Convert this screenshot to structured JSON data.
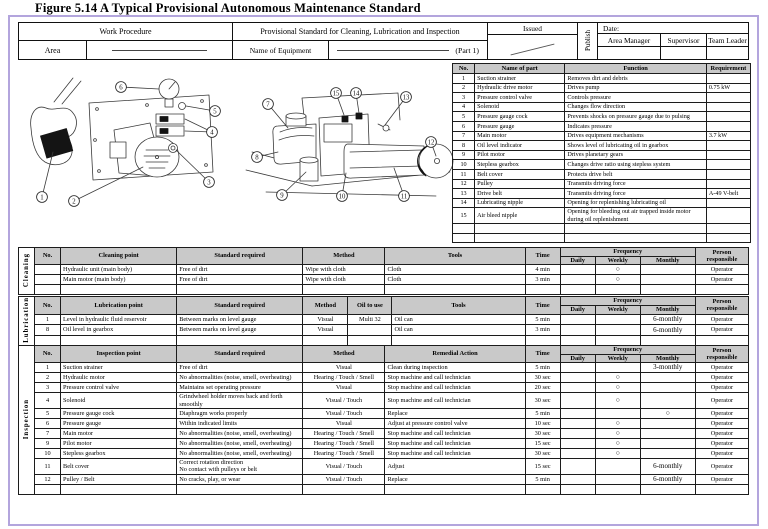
{
  "figure_title": "Figure 5.14  A Typical Provisional Autonomous Maintenance Standard",
  "header": {
    "work_procedure": "Work Procedure",
    "area_label": "Area",
    "standard_title": "Provisional Standard for Cleaning, Lubrication and Inspection",
    "equipment_label": "Name of Equipment",
    "part_label": "(Part 1)",
    "issued_label": "Issued",
    "publish_label": "Publish",
    "date_label": "Date:",
    "approver_columns": [
      "Area Manager",
      "Supervisor",
      "Team Leader"
    ]
  },
  "parts_table": {
    "headers": {
      "no": "No.",
      "name": "Name of part",
      "fn": "Function",
      "req": "Requirement"
    },
    "rows": [
      {
        "no": "1",
        "name": "Suction strainer",
        "fn": "Removes dirt and debris",
        "req": ""
      },
      {
        "no": "2",
        "name": "Hydraulic drive motor",
        "fn": "Drives pump",
        "req": "0.75 kW"
      },
      {
        "no": "3",
        "name": "Pressure control valve",
        "fn": "Controls pressure",
        "req": ""
      },
      {
        "no": "4",
        "name": "Solenoid",
        "fn": "Changes flow direction",
        "req": ""
      },
      {
        "no": "5",
        "name": "Pressure gauge cock",
        "fn": "Prevents shocks on pressure gauge due to pulsing",
        "req": ""
      },
      {
        "no": "6",
        "name": "Pressure gauge",
        "fn": "Indicates pressure",
        "req": ""
      },
      {
        "no": "7",
        "name": "Main motor",
        "fn": "Drives equipment mechanisms",
        "req": "3.7 kW"
      },
      {
        "no": "8",
        "name": "Oil level indicator",
        "fn": "Shows level of lubricating oil in gearbox",
        "req": ""
      },
      {
        "no": "9",
        "name": "Pilot motor",
        "fn": "Drives planetary gears",
        "req": ""
      },
      {
        "no": "10",
        "name": "Stepless gearbox",
        "fn": "Changes drive ratio using stepless system",
        "req": ""
      },
      {
        "no": "11",
        "name": "Belt cover",
        "fn": "Protects drive belt",
        "req": ""
      },
      {
        "no": "12",
        "name": "Pulley",
        "fn": "Transmits driving force",
        "req": ""
      },
      {
        "no": "13",
        "name": "Drive belt",
        "fn": "Transmits driving force",
        "req": "A-49 V-belt"
      },
      {
        "no": "14",
        "name": "Lubricating nipple",
        "fn": "Opening for replenishing lubricating oil",
        "req": ""
      },
      {
        "no": "15",
        "name": "Air bleed nipple",
        "fn": "Opening for bleeding out air trapped inside motor during oil replenishment",
        "req": ""
      },
      {
        "no": "",
        "name": "",
        "fn": "",
        "req": ""
      },
      {
        "no": "",
        "name": "",
        "fn": "",
        "req": ""
      }
    ]
  },
  "sections": {
    "cleaning": {
      "label": "Cleaning",
      "headers": {
        "no": "No.",
        "point": "Cleaning point",
        "standard": "Standard required",
        "method": "Method",
        "tools": "Tools",
        "time": "Time",
        "frequency": "Frequency",
        "daily": "Daily",
        "weekly": "Weekly",
        "monthly": "Monthly",
        "person": "Person responsible"
      },
      "rows": [
        {
          "no": "",
          "point": "Hydraulic unit (main body)",
          "standard": "Free of dirt",
          "method": "Wipe with cloth",
          "tools": "Cloth",
          "time": "4 min",
          "daily": "",
          "weekly": "○",
          "monthly": "",
          "person": "Operator"
        },
        {
          "no": "",
          "point": "Main motor (main body)",
          "standard": "Free of dirt",
          "method": "Wipe with cloth",
          "tools": "Cloth",
          "time": "3 min",
          "daily": "",
          "weekly": "○",
          "monthly": "",
          "person": "Operator"
        },
        {
          "no": "",
          "point": "",
          "standard": "",
          "method": "",
          "tools": "",
          "time": "",
          "daily": "",
          "weekly": "",
          "monthly": "",
          "person": ""
        }
      ]
    },
    "lubrication": {
      "label": "Lubrication",
      "headers": {
        "no": "No.",
        "point": "Lubrication point",
        "standard": "Standard required",
        "method": "Method",
        "oil": "Oil to use",
        "tools": "Tools",
        "time": "Time",
        "frequency": "Frequency",
        "daily": "Daily",
        "weekly": "Weekly",
        "monthly": "Monthly",
        "person": "Person responsible"
      },
      "rows": [
        {
          "no": "1",
          "point": "Level in hydraulic fluid reservoir",
          "standard": "Between marks on level gauge",
          "method": "Visual",
          "oil": "Multi 32",
          "tools": "Oil can",
          "time": "5 min",
          "daily": "",
          "weekly": "",
          "monthly": "6-monthly",
          "person": "Operator"
        },
        {
          "no": "8",
          "point": "Oil level in gearbox",
          "standard": "Between marks on level gauge",
          "method": "Visual",
          "oil": "",
          "tools": "Oil can",
          "time": "3 min",
          "daily": "",
          "weekly": "",
          "monthly": "6-monthly",
          "person": "Operator"
        },
        {
          "no": "",
          "point": "",
          "standard": "",
          "method": "",
          "oil": "",
          "tools": "",
          "time": "",
          "daily": "",
          "weekly": "",
          "monthly": "",
          "person": ""
        }
      ]
    },
    "inspection": {
      "label": "Inspection",
      "headers": {
        "no": "No.",
        "point": "Inspection point",
        "standard": "Standard required",
        "method": "Method",
        "remedial": "Remedial Action",
        "time": "Time",
        "frequency": "Frequency",
        "daily": "Daily",
        "weekly": "Weekly",
        "monthly": "Monthly",
        "person": "Person responsible"
      },
      "rows": [
        {
          "no": "1",
          "point": "Suction strainer",
          "standard": "Free of dirt",
          "method": "Visual",
          "remedial": "Clean during inspection",
          "time": "5 min",
          "daily": "",
          "weekly": "",
          "monthly": "3-monthly",
          "person": "Operator"
        },
        {
          "no": "2",
          "point": "Hydraulic motor",
          "standard": "No abnormalities (noise, smell, overheating)",
          "method": "Hearing / Touch / Smell",
          "remedial": "Stop machine and call technician",
          "time": "30 sec",
          "daily": "",
          "weekly": "○",
          "monthly": "",
          "person": "Operator"
        },
        {
          "no": "3",
          "point": "Pressure control valve",
          "standard": "Maintains set operating pressure",
          "method": "Visual",
          "remedial": "Stop machine and call technician",
          "time": "20 sec",
          "daily": "",
          "weekly": "○",
          "monthly": "",
          "person": "Operator"
        },
        {
          "no": "4",
          "point": "Solenoid",
          "standard": "Grindwheel holder moves back and forth smoothly",
          "method": "Visual / Touch",
          "remedial": "Stop machine and call technician",
          "time": "30 sec",
          "daily": "",
          "weekly": "○",
          "monthly": "",
          "person": "Operator"
        },
        {
          "no": "5",
          "point": "Pressure gauge cock",
          "standard": "Diaphragm works properly",
          "method": "Visual / Touch",
          "remedial": "Replace",
          "time": "5 min",
          "daily": "",
          "weekly": "",
          "monthly": "○",
          "person": "Operator"
        },
        {
          "no": "6",
          "point": "Pressure gauge",
          "standard": "Within indicated limits",
          "method": "Visual",
          "remedial": "Adjust at pressure control valve",
          "time": "10 sec",
          "daily": "",
          "weekly": "○",
          "monthly": "",
          "person": "Operator"
        },
        {
          "no": "7",
          "point": "Main motor",
          "standard": "No abnormalities (noise, smell, overheating)",
          "method": "Hearing / Touch / Smell",
          "remedial": "Stop machine and call technician",
          "time": "30 sec",
          "daily": "",
          "weekly": "○",
          "monthly": "",
          "person": "Operator"
        },
        {
          "no": "9",
          "point": "Pilot motor",
          "standard": "No abnormalities (noise, smell, overheating)",
          "method": "Hearing / Touch / Smell",
          "remedial": "Stop machine and call technician",
          "time": "15 sec",
          "daily": "",
          "weekly": "○",
          "monthly": "",
          "person": "Operator"
        },
        {
          "no": "10",
          "point": "Stepless gearbox",
          "standard": "No abnormalities (noise, smell, overheating)",
          "method": "Hearing / Touch / Smell",
          "remedial": "Stop machine and call technician",
          "time": "30 sec",
          "daily": "",
          "weekly": "○",
          "monthly": "",
          "person": "Operator"
        },
        {
          "no": "11",
          "point": "Belt cover",
          "standard": "Correct rotation direction\nNo contact with pulleys or belt",
          "method": "Visual / Touch",
          "remedial": "Adjust",
          "time": "15 sec",
          "daily": "",
          "weekly": "",
          "monthly": "6-monthly",
          "person": "Operator"
        },
        {
          "no": "12",
          "point": "Pulley / Belt",
          "standard": "No cracks, play, or wear",
          "method": "Visual / Touch",
          "remedial": "Replace",
          "time": "5 min",
          "daily": "",
          "weekly": "",
          "monthly": "6-monthly",
          "person": "Operator"
        },
        {
          "no": "",
          "point": "",
          "standard": "",
          "method": "",
          "remedial": "",
          "time": "",
          "daily": "",
          "weekly": "",
          "monthly": "",
          "person": ""
        }
      ]
    }
  },
  "diagram": {
    "callouts": [
      "1",
      "2",
      "3",
      "4",
      "5",
      "6",
      "7",
      "8",
      "9",
      "10",
      "11",
      "12",
      "13",
      "14",
      "15"
    ]
  }
}
